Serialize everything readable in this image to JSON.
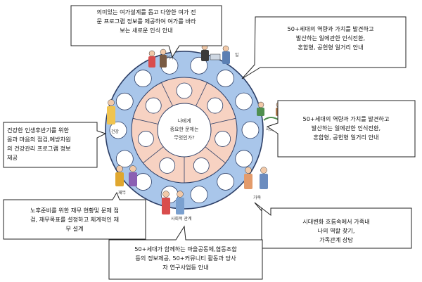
{
  "center": {
    "line1": "나에게",
    "line2": "중요한 문제는",
    "line3": "무엇인가?"
  },
  "segments": {
    "leisure": "여가",
    "work": "일",
    "social": "사회공헌",
    "family": "가족",
    "relation": "사회적 관계",
    "finance": "재무",
    "health": "건강"
  },
  "callouts": {
    "leisure": [
      "의미있는 여가설계를 돕고 다양한 여가 전",
      "문 프로그램 정보를 제공하여 여가를 바라",
      "보는 새로운 인식 안내"
    ],
    "work": [
      "50+세대의 역량과 가치를 발견하고",
      "발산하는 일에관한 인식전환,",
      "혼합형, 공헌형  일거리 안내"
    ],
    "social": [
      "50+세대의 역량과 가치를 발견하고",
      "발산하는 일에관한 인식전환,",
      "혼합형, 공헌형   일거리 안내"
    ],
    "health": [
      "건강한 인생후반기를 위한",
      "몸과 마음의 점검,예방차원",
      "의 건강관리 프로그램 정보",
      "제공"
    ],
    "finance": [
      "노후준비를 위한 재무 현황및 문제 점",
      "검, 재무목표를 설정하고 체계적인 재",
      "무 설계"
    ],
    "family": [
      "시대변화 흐름속에서 가족내",
      "나의 역할 찾기,",
      "가족관계 상담"
    ],
    "relation": [
      "50+세대가 함께하는 마을공동체,협동조합",
      "등의 정보제공, 50+커뮤니티 활동과 당사",
      "자 연구사업등 안내"
    ]
  },
  "colors": {
    "ring": "#a9c6ea",
    "inner": "#f7d2c2",
    "core": "#ffffff",
    "border": "#2c3e66"
  }
}
